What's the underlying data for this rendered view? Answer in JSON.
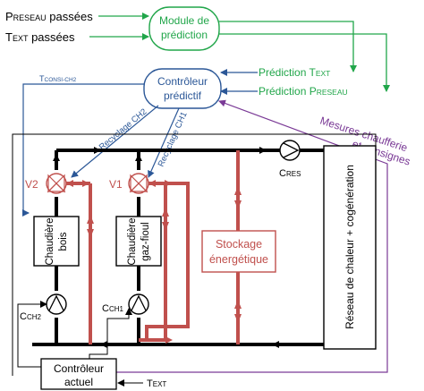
{
  "colors": {
    "green": "#21a64a",
    "blue": "#2b5797",
    "purple": "#7a3a96",
    "red": "#c0504d",
    "black": "#000000"
  },
  "inputs": {
    "p_reseau_main": "P",
    "p_reseau_sub": "RESEAU",
    "p_reseau_rest": " passées",
    "t_ext_main": "T",
    "t_ext_sub": "EXT",
    "t_ext_rest": " passées"
  },
  "module": {
    "line1": "Module de",
    "line2": "prédiction"
  },
  "controller": {
    "line1": "Contrôleur",
    "line2": "prédictif"
  },
  "predictions": {
    "t_ext_main": "Prédiction T",
    "t_ext_sub": "EXT",
    "p_reseau_main": "Prédiction P",
    "p_reseau_sub": "RESEAU"
  },
  "t_consi": {
    "main": "T",
    "sub": "CONSI-CH2"
  },
  "recyclage": {
    "ch2": "Recyclage CH2",
    "ch1": "Recyclage CH1"
  },
  "mesures": {
    "line1": "Mesures chaufferie",
    "line2": "et consignes"
  },
  "valves": {
    "v2": "V2",
    "v1": "V1"
  },
  "pumps": {
    "res_main": "C",
    "res_sub": "RES",
    "ch2_main": "C",
    "ch2_sub": "CH2",
    "ch1_main": "C",
    "ch1_sub": "CH1"
  },
  "boilers": {
    "bois_line1": "Chaudière",
    "bois_line2": "bois",
    "gaz_line1": "Chaudière",
    "gaz_line2": "gaz-fioul"
  },
  "storage": {
    "line1": "Stockage",
    "line2": "énergétique"
  },
  "network": "Réseau de chaleur + cogénération",
  "actual_controller": {
    "line1": "Contrôleur",
    "line2": "actuel"
  },
  "text_input": {
    "main": "T",
    "sub": "EXT"
  }
}
